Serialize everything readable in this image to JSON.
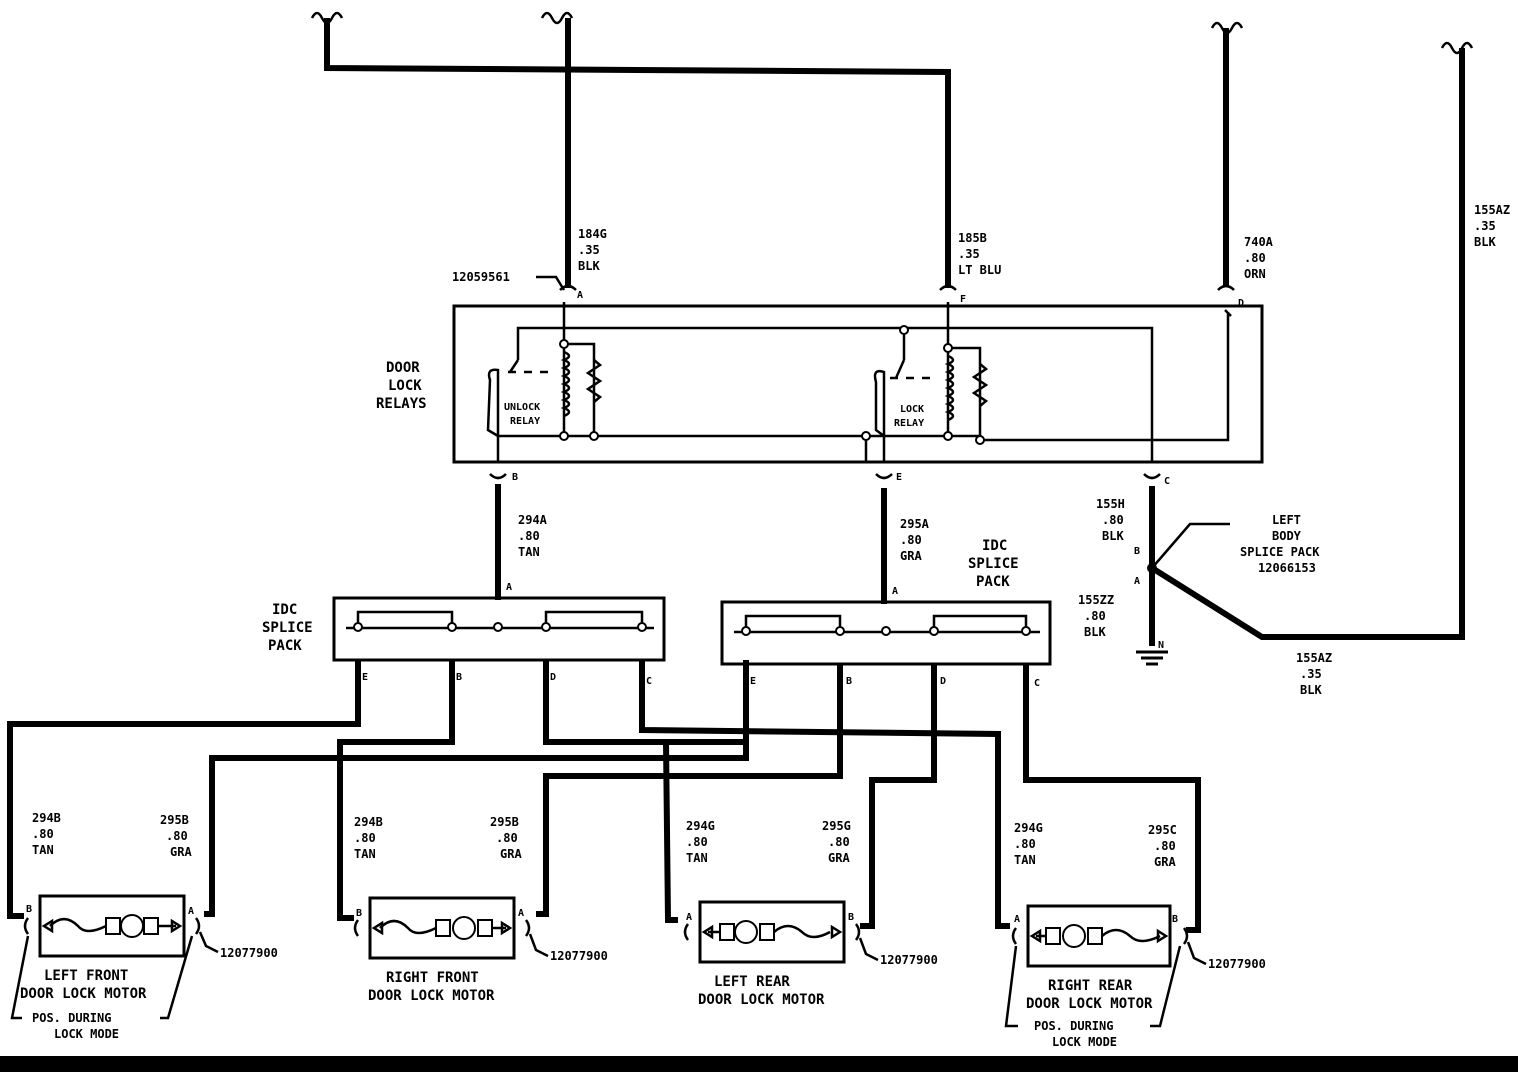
{
  "relay_block": {
    "title": [
      "DOOR",
      "LOCK",
      "RELAYS"
    ],
    "connector_id": "12059561",
    "unlock_relay": [
      "UNLOCK",
      "RELAY"
    ],
    "lock_relay": [
      "LOCK",
      "RELAY"
    ],
    "pins": {
      "a": "A",
      "f": "F",
      "d": "D",
      "b": "B",
      "e": "E",
      "c": "C"
    }
  },
  "wires": {
    "w184g": [
      "184G",
      ".35",
      "BLK"
    ],
    "w185b": [
      "185B",
      ".35",
      "LT BLU"
    ],
    "w740a": [
      "740A",
      ".80",
      "ORN"
    ],
    "w155az_top": [
      "155AZ",
      ".35",
      "BLK"
    ],
    "w155az_bot": [
      "155AZ",
      ".35",
      "BLK"
    ],
    "w294a": [
      "294A",
      ".80",
      "TAN"
    ],
    "w295a": [
      "295A",
      ".80",
      "GRA"
    ],
    "w155h": [
      "155H",
      ".80",
      "BLK"
    ],
    "w155zz": [
      "155ZZ",
      ".80",
      "BLK"
    ]
  },
  "ground": {
    "splice_label": [
      "LEFT",
      "BODY",
      "SPLICE PACK",
      "12066153"
    ],
    "pin_b": "B",
    "pin_a": "A",
    "pin_n": "N"
  },
  "splice_packs": {
    "left": {
      "title": [
        "IDC",
        "SPLICE",
        "PACK"
      ],
      "pin_in": "A",
      "pins": [
        "E",
        "B",
        "D",
        "C"
      ]
    },
    "right": {
      "title": [
        "IDC",
        "SPLICE",
        "PACK"
      ],
      "pin_in": "A",
      "pins": [
        "E",
        "B",
        "D",
        "C"
      ]
    }
  },
  "motors": [
    {
      "id": "lf",
      "name": [
        "LEFT FRONT",
        "DOOR LOCK MOTOR"
      ],
      "left_pin": "B",
      "right_pin": "A",
      "connector": "12077900",
      "wire_left": [
        "294B",
        ".80",
        "TAN"
      ],
      "wire_right": [
        "295B",
        ".80",
        "GRA"
      ],
      "note": [
        "POS. DURING",
        "LOCK MODE"
      ]
    },
    {
      "id": "rf",
      "name": [
        "RIGHT FRONT",
        "DOOR LOCK MOTOR"
      ],
      "left_pin": "B",
      "right_pin": "A",
      "connector": "12077900",
      "wire_left": [
        "294B",
        ".80",
        "TAN"
      ],
      "wire_right": [
        "295B",
        ".80",
        "GRA"
      ]
    },
    {
      "id": "lr",
      "name": [
        "LEFT REAR",
        "DOOR LOCK MOTOR"
      ],
      "left_pin": "A",
      "right_pin": "B",
      "connector": "12077900",
      "wire_left": [
        "294G",
        ".80",
        "TAN"
      ],
      "wire_right": [
        "295G",
        ".80",
        "GRA"
      ]
    },
    {
      "id": "rr",
      "name": [
        "RIGHT REAR",
        "DOOR LOCK MOTOR"
      ],
      "left_pin": "A",
      "right_pin": "B",
      "connector": "12077900",
      "wire_left": [
        "294G",
        ".80",
        "TAN"
      ],
      "wire_right": [
        "295C",
        ".80",
        "GRA"
      ],
      "note": [
        "POS. DURING",
        "LOCK MODE"
      ]
    }
  ]
}
